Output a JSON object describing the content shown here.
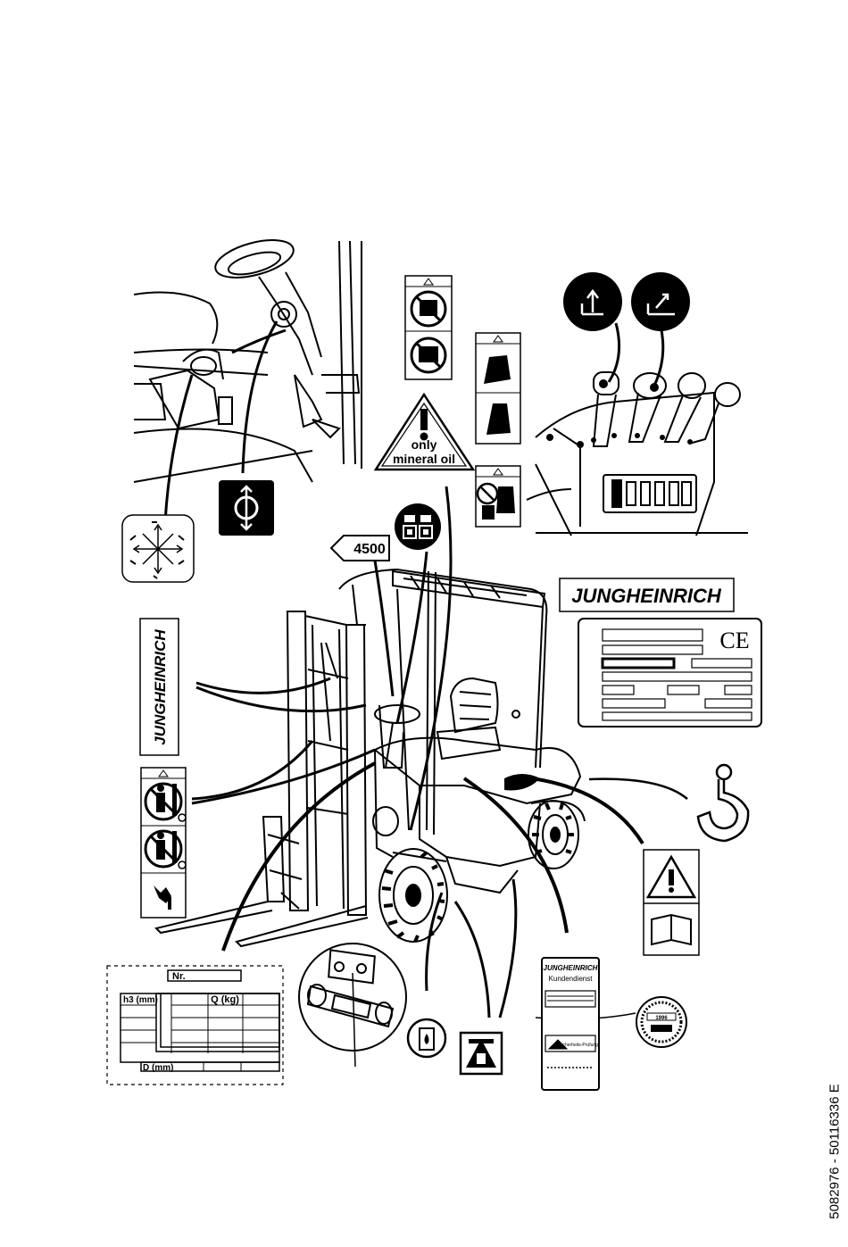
{
  "labels": {
    "mineral_oil_line1": "only",
    "mineral_oil_line2": "mineral oil",
    "load_code": "4500",
    "brand": "JUNGHEINRICH",
    "brand_vertical": "JUNGHEINRICH",
    "service_brand": "JUNGHEINRICH",
    "service_title": "Kundendienst",
    "service_test": "Sicherheits-Prüfung",
    "seal_year": "1996",
    "ce_mark": "CE",
    "chart_nr": "Nr.",
    "chart_h3": "h3 (mm)",
    "chart_q": "Q (kg)",
    "chart_d": "D (mm)",
    "document_code": "5082976 - 50116336 E"
  },
  "colors": {
    "ink": "#000000",
    "paper": "#ffffff",
    "gray": "#9a9a9a"
  }
}
